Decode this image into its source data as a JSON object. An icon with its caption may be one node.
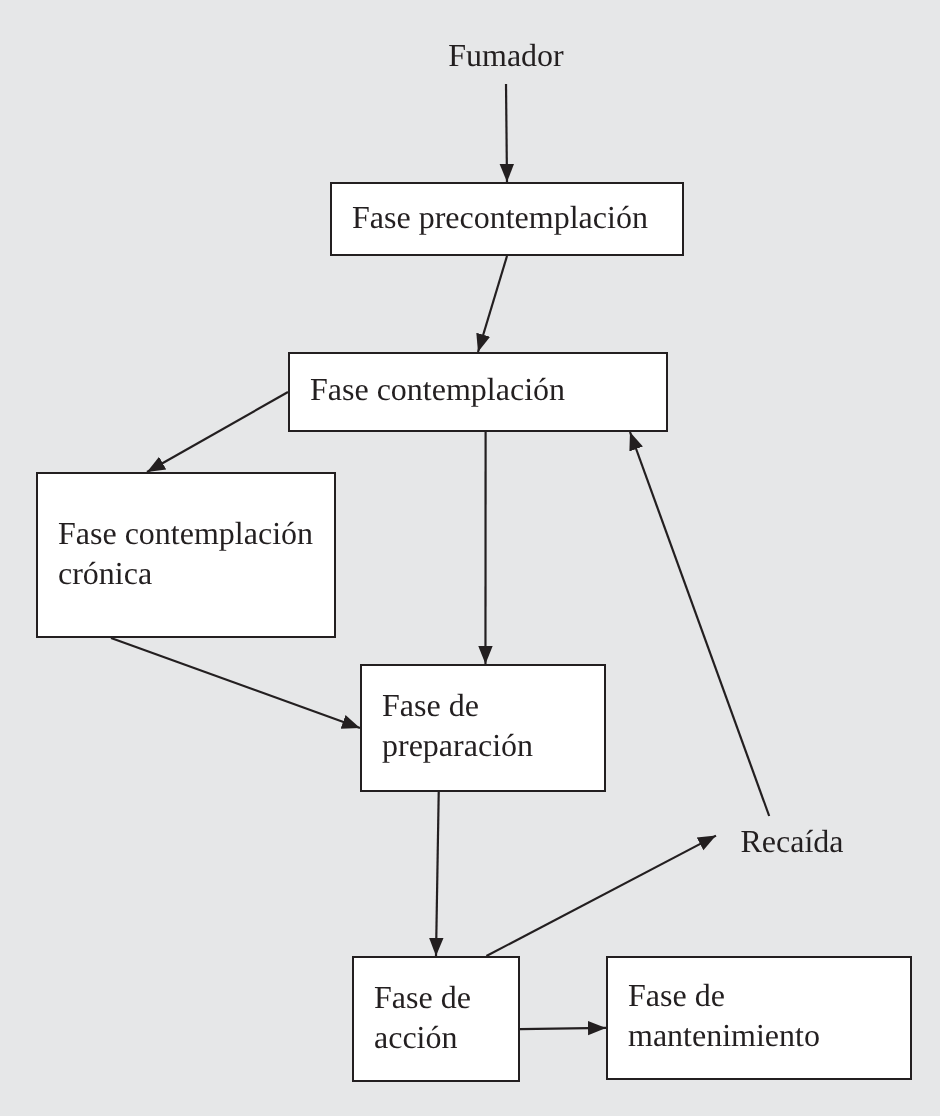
{
  "diagram": {
    "nodes": [
      {
        "text": [
          "Fumador"
        ]
      },
      {
        "text": [
          "Fase precontemplación"
        ]
      },
      {
        "text": [
          "Fase contemplación"
        ]
      },
      {
        "text": [
          "Fase contemplación crónica"
        ]
      },
      {
        "text": [
          "Fase de preparación"
        ]
      },
      {
        "text": [
          "Recaída"
        ]
      },
      {
        "text": [
          "Fase de acción"
        ]
      },
      {
        "text": [
          "Fase de mantenimiento"
        ]
      }
    ],
    "edges": [
      {
        "from": 0,
        "to": 1,
        "arrow": "to"
      },
      {
        "from": 1,
        "to": 2,
        "arrow": "to"
      },
      {
        "from": 2,
        "to": 3,
        "arrow": "to"
      },
      {
        "from": 2,
        "to": 4,
        "arrow": "to"
      },
      {
        "from": 3,
        "to": 4,
        "arrow": "to"
      },
      {
        "from": 4,
        "to": 6,
        "arrow": "to"
      },
      {
        "from": 6,
        "to": 5,
        "arrow": "to"
      },
      {
        "from": 5,
        "to": 2,
        "arrow": "to"
      },
      {
        "from": 6,
        "to": 7,
        "arrow": "to"
      }
    ]
  }
}
